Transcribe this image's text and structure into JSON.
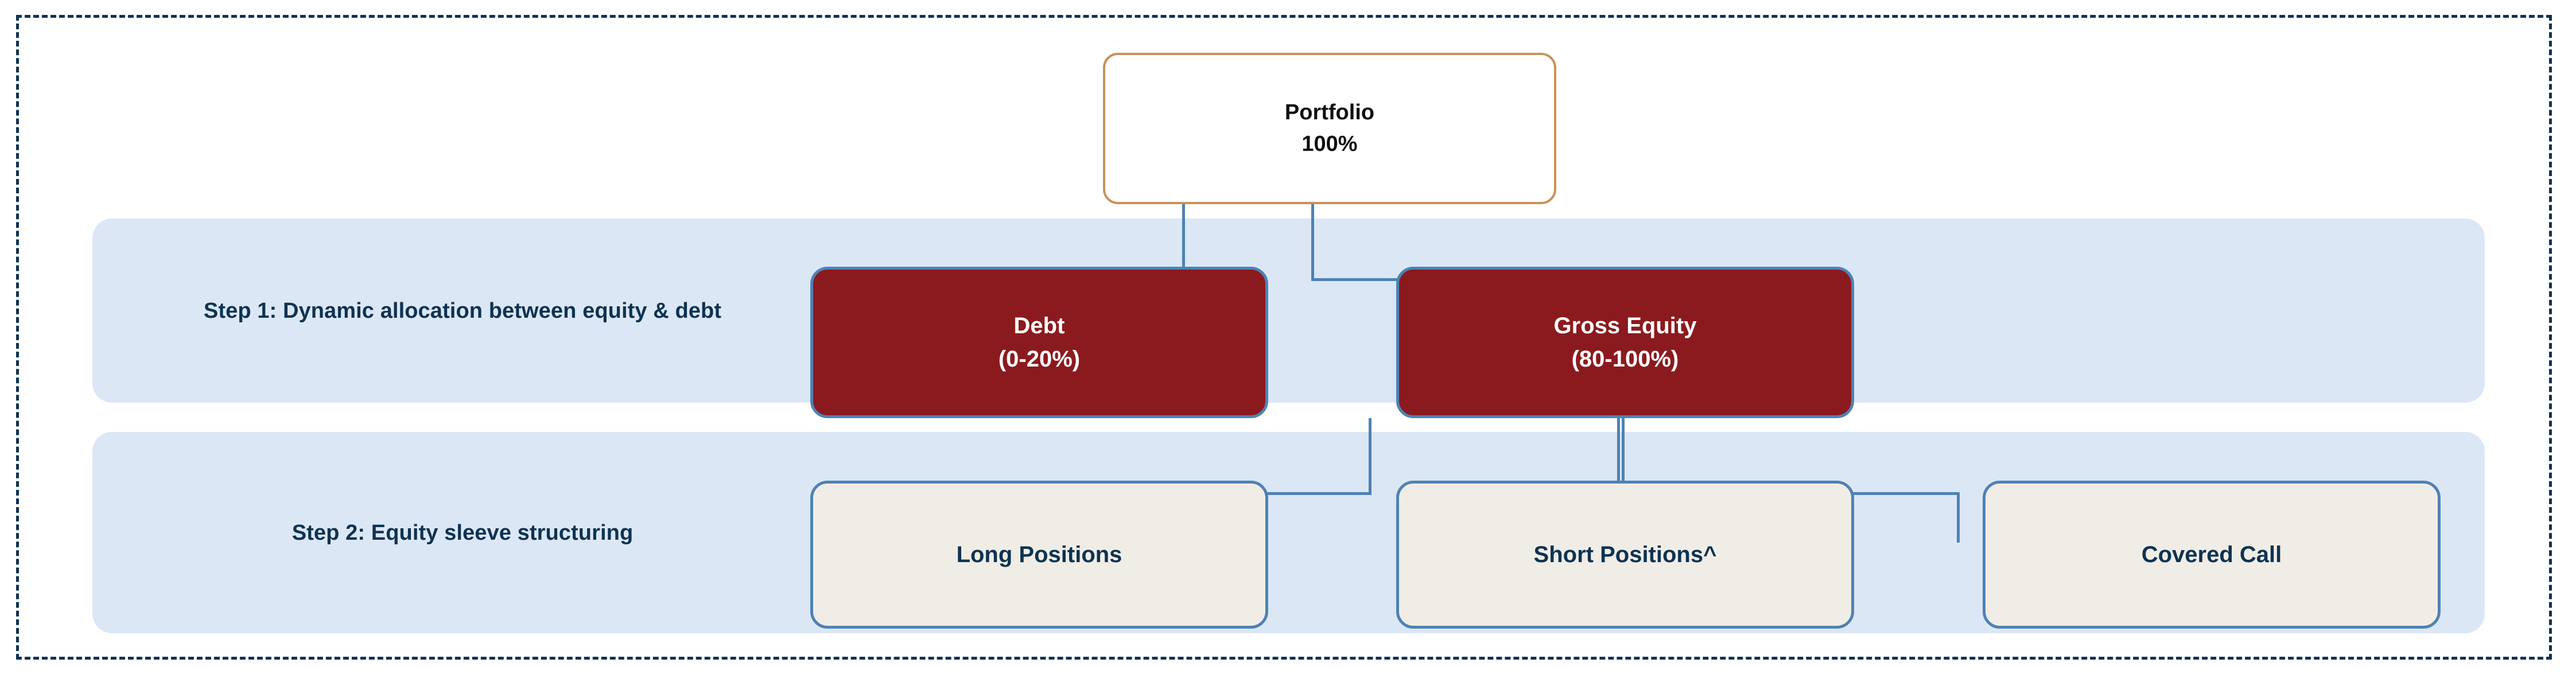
{
  "diagram": {
    "title_text": "",
    "colors": {
      "frame_dash": "#0E3352",
      "band_fill": "#DCE7F5",
      "node_red": "#8B1A1E",
      "node_beige": "#F0EDE7",
      "node_border_blue": "#4E82B4",
      "portfolio_border": "#C8925B",
      "text_navy": "#0E3352",
      "text_white": "#FFFFFF",
      "connector": "#4E82B4"
    },
    "root": {
      "label": "Portfolio",
      "value": "100%"
    },
    "steps": [
      {
        "id": "step1",
        "label": "Step 1: Dynamic allocation between equity & debt"
      },
      {
        "id": "step2",
        "label": "Step 2: Equity sleeve structuring"
      }
    ],
    "level1_nodes": [
      {
        "id": "debt",
        "label": "Debt",
        "value": "(0-20%)"
      },
      {
        "id": "gross-equity",
        "label": "Gross Equity",
        "value": "(80-100%)"
      }
    ],
    "level2_nodes": [
      {
        "id": "long-positions",
        "label": "Long Positions"
      },
      {
        "id": "short-positions",
        "label": "Short Positions^"
      },
      {
        "id": "covered-call",
        "label": "Covered Call"
      }
    ]
  }
}
